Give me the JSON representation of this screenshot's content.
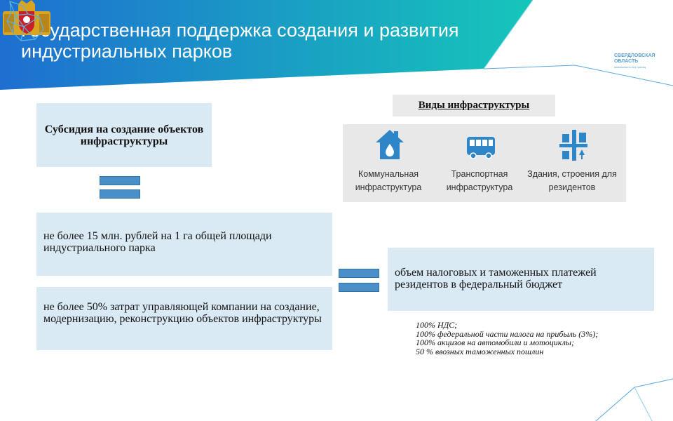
{
  "header": {
    "title": "Государственная поддержка создания и развития индустриальных парков",
    "colors": {
      "gradient_start": "#1e6fd0",
      "gradient_end": "#16c6ba"
    },
    "region_logo": {
      "name": "СВЕРДЛОВСКАЯ ОБЛАСТЬ",
      "slogan": "возможность без границ"
    }
  },
  "subsidy": {
    "label": "Субсидия на создание объектов инфраструктуры"
  },
  "conditions": [
    "не более 15 млн. рублей на 1 га общей площади индустриального парка",
    "не более 50% затрат управляющей компании на создание, модернизацию, реконструкцию объектов инфраструктуры"
  ],
  "infrastructure": {
    "title": "Виды инфраструктуры",
    "items": [
      {
        "icon": "house-icon",
        "label": "Коммунальная инфраструктура"
      },
      {
        "icon": "bus-icon",
        "label": "Транспортная инфраструктура"
      },
      {
        "icon": "buildings-icon",
        "label": "Здания, строения для резидентов"
      }
    ],
    "icon_color": "#2e86c8"
  },
  "result": {
    "label": "объем налоговых и таможенных платежей резидентов в федеральный бюджет"
  },
  "notes": [
    "100% НДС;",
    "100% федеральной части налога на прибыль (3%);",
    "100% акцизов на автомобили и мотоциклы;",
    "50 % ввозных таможенных пошлин"
  ]
}
